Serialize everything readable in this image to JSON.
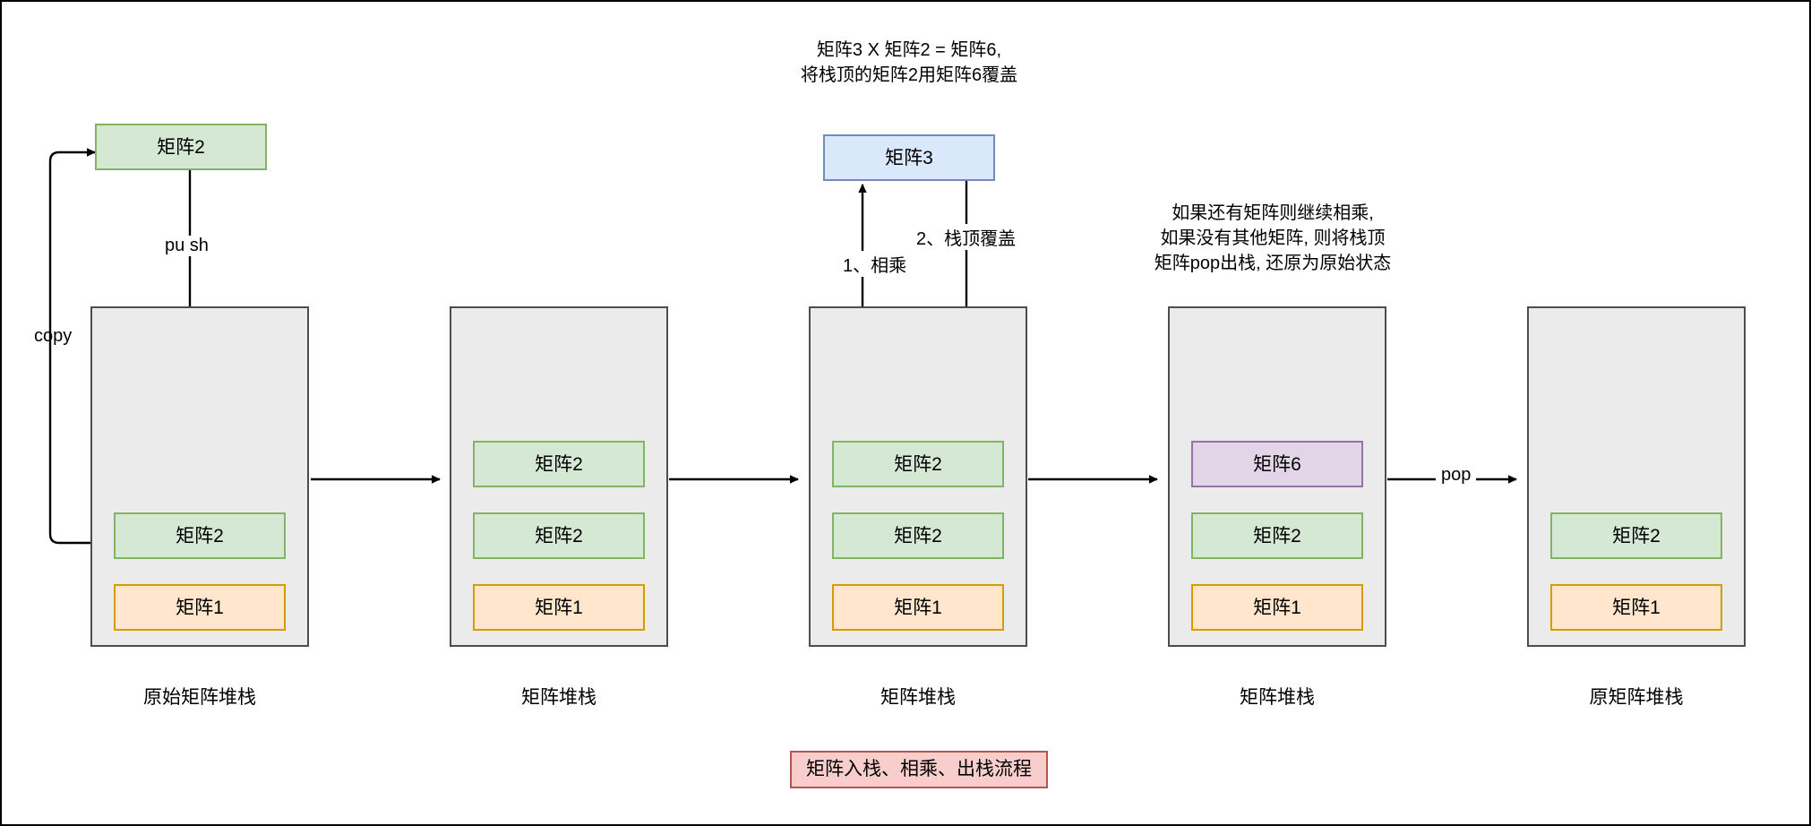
{
  "diagram": {
    "title": "矩阵入栈、相乘、出栈流程",
    "stacks": [
      {
        "caption": "原始矩阵堆栈",
        "cells": [
          {
            "label": "矩阵2",
            "color": "green"
          },
          {
            "label": "矩阵1",
            "color": "orange"
          }
        ]
      },
      {
        "caption": "矩阵堆栈",
        "cells": [
          {
            "label": "矩阵2",
            "color": "green"
          },
          {
            "label": "矩阵2",
            "color": "green"
          },
          {
            "label": "矩阵1",
            "color": "orange"
          }
        ]
      },
      {
        "caption": "矩阵堆栈",
        "cells": [
          {
            "label": "矩阵2",
            "color": "green"
          },
          {
            "label": "矩阵2",
            "color": "green"
          },
          {
            "label": "矩阵1",
            "color": "orange"
          }
        ]
      },
      {
        "caption": "矩阵堆栈",
        "cells": [
          {
            "label": "矩阵6",
            "color": "purple"
          },
          {
            "label": "矩阵2",
            "color": "green"
          },
          {
            "label": "矩阵1",
            "color": "orange"
          }
        ]
      },
      {
        "caption": "原矩阵堆栈",
        "cells": [
          {
            "label": "矩阵2",
            "color": "green"
          },
          {
            "label": "矩阵1",
            "color": "orange"
          }
        ]
      }
    ],
    "floating_boxes": [
      {
        "label": "矩阵2",
        "color": "green"
      },
      {
        "label": "矩阵3",
        "color": "blue"
      }
    ],
    "edge_labels": {
      "copy": "copy",
      "push": "pu sh",
      "multiply": "1、相乘",
      "overwrite_top": "2、栈顶覆盖",
      "pop": "pop"
    },
    "annotations": [
      {
        "lines": [
          "矩阵3 X 矩阵2 = 矩阵6,",
          "将栈顶的矩阵2用矩阵6覆盖"
        ]
      },
      {
        "lines": [
          "如果还有矩阵则继续相乘,",
          "如果没有其他矩阵,  则将栈顶",
          "矩阵pop出栈,  还原为原始状态"
        ]
      }
    ],
    "colors": {
      "green_fill": "#d5e8d4",
      "green_stroke": "#82b366",
      "orange_fill": "#ffe6cc",
      "orange_stroke": "#d79b00",
      "purple_fill": "#e1d5e7",
      "purple_stroke": "#9673a6",
      "blue_fill": "#dae8fc",
      "blue_stroke": "#6c8ebf",
      "stack_fill": "#ebebeb",
      "stack_stroke": "#4d4d4d",
      "title_fill": "#f8cecc",
      "title_stroke": "#b85450"
    }
  }
}
